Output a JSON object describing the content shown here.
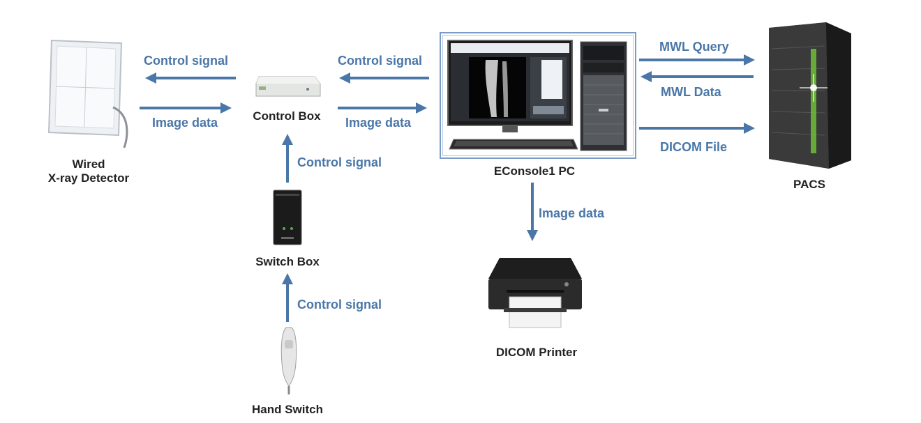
{
  "colors": {
    "arrow": "#4a77a8",
    "label": "#4a77a8",
    "device_text": "#222222"
  },
  "devices": {
    "detector": {
      "line1": "Wired",
      "line2": "X-ray Detector"
    },
    "control_box": {
      "label": "Control Box"
    },
    "switch_box": {
      "label": "Switch Box"
    },
    "hand_switch": {
      "label": "Hand Switch"
    },
    "pc": {
      "label": "EConsole1 PC"
    },
    "printer": {
      "label": "DICOM Printer"
    },
    "pacs": {
      "label": "PACS"
    }
  },
  "connections": {
    "cb_to_detector": "Control signal",
    "detector_to_cb": "Image data",
    "pc_to_cb": "Control signal",
    "cb_to_pc": "Image data",
    "switch_to_cb": "Control signal",
    "hand_to_switch": "Control signal",
    "pc_to_printer": "Image data",
    "pc_to_pacs_query": "MWL Query",
    "pacs_to_pc_data": "MWL Data",
    "pc_to_pacs_file": "DICOM File"
  }
}
